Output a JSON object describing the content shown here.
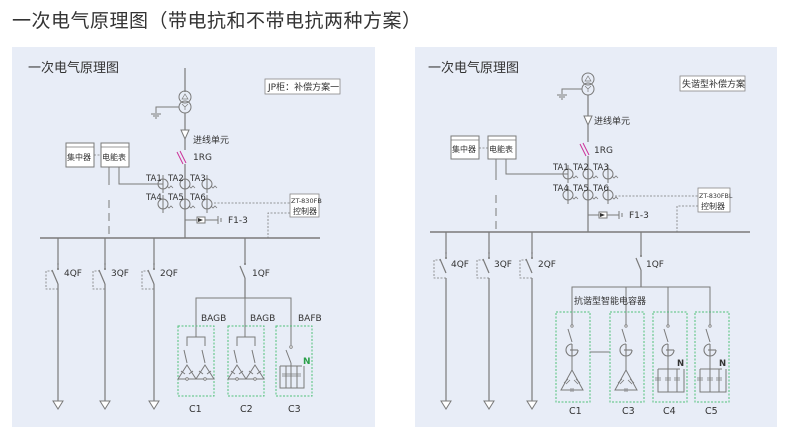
{
  "page_title": "一次电气原理图（带电抗和不带电抗两种方案）",
  "colors": {
    "panel_bg": "#e8edf7",
    "line": "#7a7a7a",
    "fuse": "#cc3399",
    "capacitor_box": "#4fc17a",
    "neutral_label": "#2aa04a"
  },
  "left_diagram": {
    "title": "一次电气原理图",
    "scheme_label": "JP柜：补偿方案一",
    "incoming_label": "进线单元",
    "fuse_label": "1RG",
    "concentrator_label": "集中器",
    "meter_label": "电能表",
    "ct_labels": [
      "TA1",
      "TA2",
      "TA3",
      "TA4",
      "TA5",
      "TA6"
    ],
    "controller_model": "ZT-830FB",
    "controller_label": "控制器",
    "surge_label": "F1-3",
    "breakers": [
      "4QF",
      "3QF",
      "2QF",
      "1QF"
    ],
    "capacitor_types": [
      "BAGB",
      "BAGB",
      "BAFB"
    ],
    "capacitor_names": [
      "C1",
      "C2",
      "C3"
    ],
    "neutral": "N"
  },
  "right_diagram": {
    "title": "一次电气原理图",
    "scheme_label": "失谐型补偿方案",
    "incoming_label": "进线单元",
    "fuse_label": "1RG",
    "concentrator_label": "集中器",
    "meter_label": "电能表",
    "ct_labels": [
      "TA1",
      "TA2",
      "TA3",
      "TA4",
      "TA5",
      "TA6"
    ],
    "controller_model": "ZT-830FBL",
    "controller_label": "控制器",
    "surge_label": "F1-3",
    "breakers": [
      "4QF",
      "3QF",
      "2QF",
      "1QF"
    ],
    "capacitor_group_label": "抗谐型智能电容器",
    "capacitor_names": [
      "C1",
      "C3",
      "C4",
      "C5"
    ],
    "neutral": "N"
  }
}
